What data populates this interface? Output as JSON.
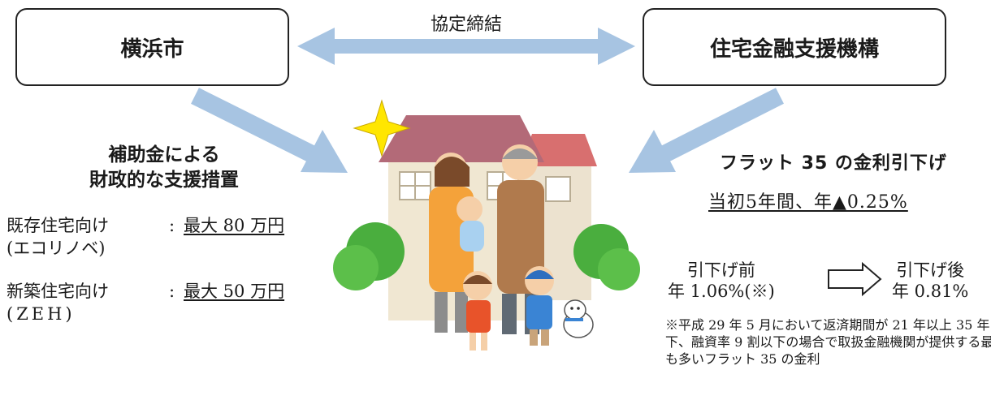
{
  "left_party": {
    "name": "横浜市"
  },
  "right_party": {
    "name": "住宅金融支援機構"
  },
  "agreement_label": "協定締結",
  "subsidy": {
    "heading_line1": "補助金による",
    "heading_line2": "財政的な支援措置",
    "items": [
      {
        "label": "既存住宅向け",
        "sub": "(エコリノベ)",
        "colon": ":",
        "amount": "最大 80 万円"
      },
      {
        "label": "新築住宅向け",
        "sub": "(ZEH)",
        "colon": ":",
        "amount": "最大 50 万円"
      }
    ]
  },
  "flat35": {
    "title": "フラット 35 の金利引下げ",
    "reduction": "当初5年間、年▲0.25%",
    "before_label": "引下げ前",
    "before_rate": "年 1.06%(※)",
    "after_label": "引下げ後",
    "after_rate": "年 0.81%",
    "footnote": "※平成 29 年 5 月において返済期間が 21 年以上 35 年以下、融資率 9 割以下の場合で取扱金融機関が提供する最も多いフラット 35 の金利"
  },
  "colors": {
    "arrow": "#a7c4e2",
    "roof": "#b36a78",
    "roof_right": "#d86f6f",
    "wall": "#f0e7d2",
    "tree": "#4aae3e",
    "star": "#ffe600"
  }
}
